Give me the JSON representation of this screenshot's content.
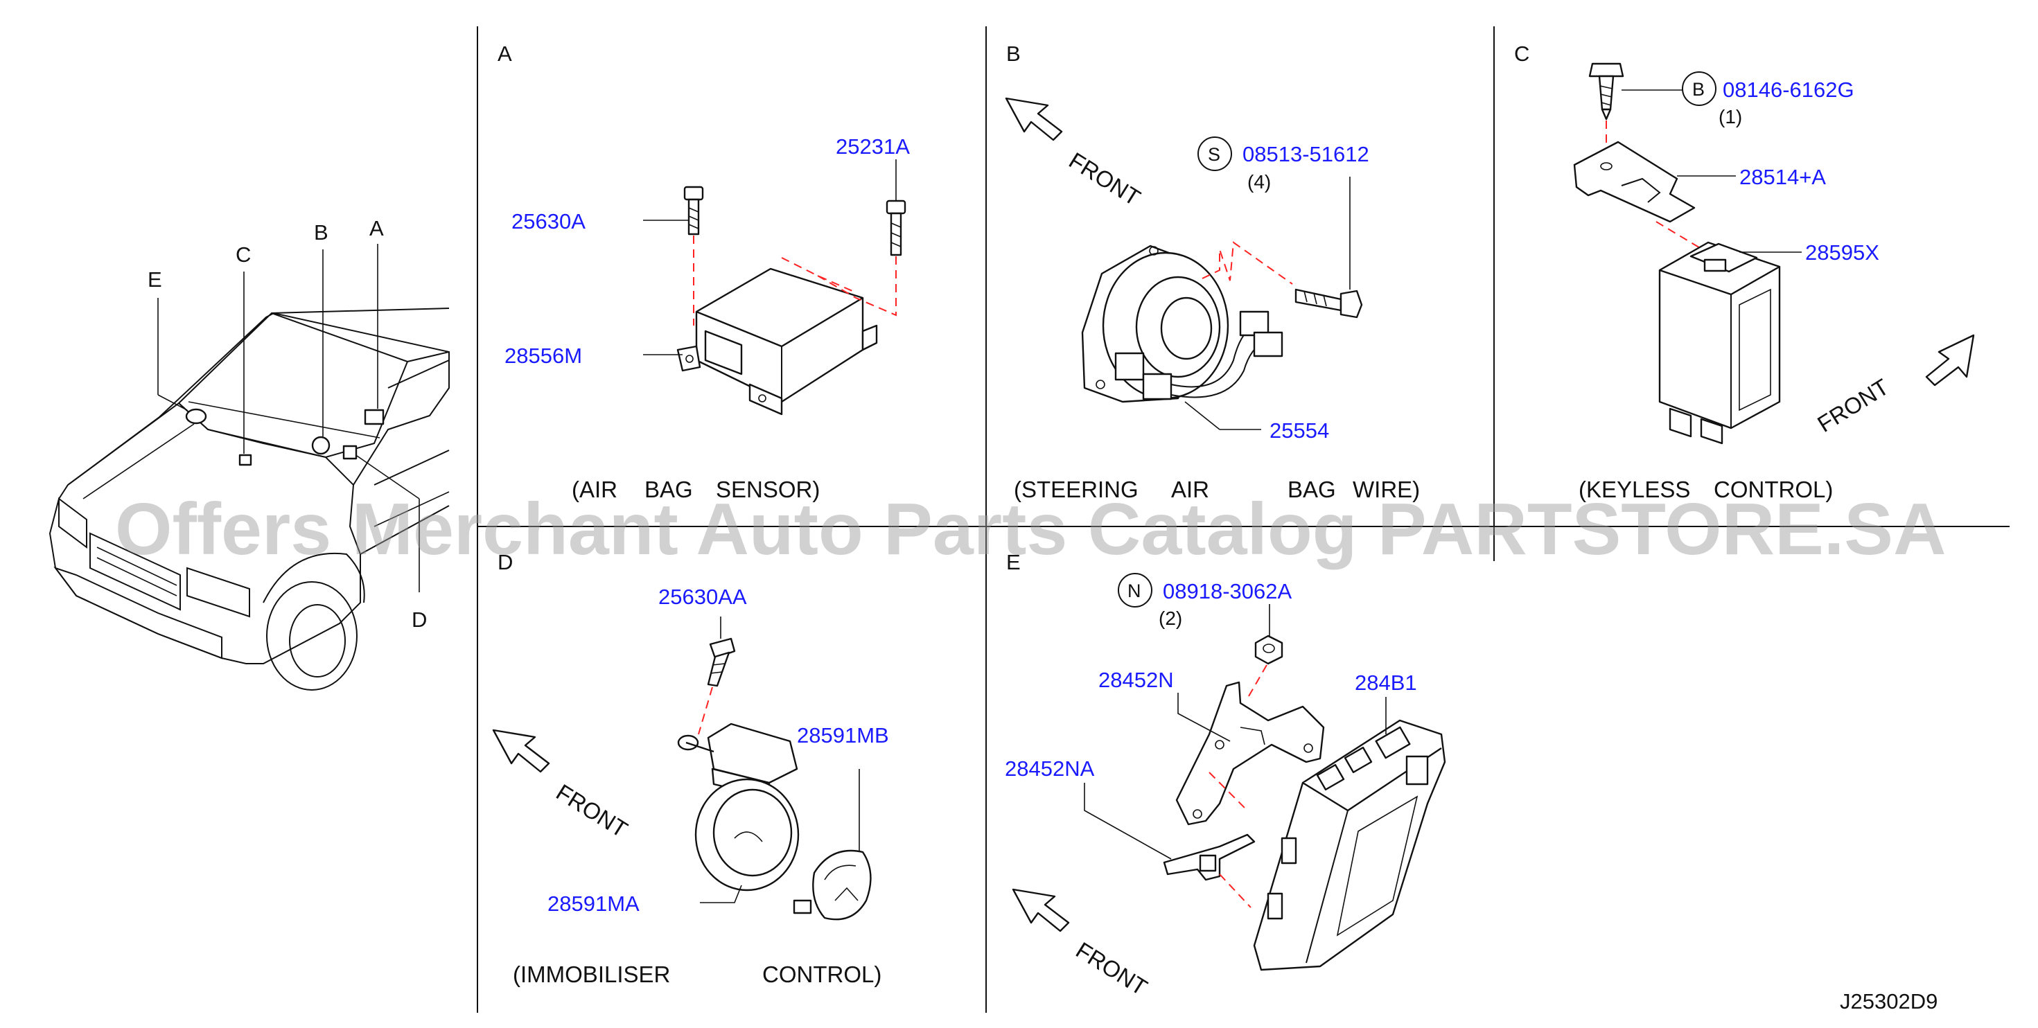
{
  "sections": {
    "A": {
      "letter": "A",
      "caption": [
        "(AIR",
        "BAG",
        "SENSOR)"
      ],
      "labels": {
        "bolt_left": "25630A",
        "bolt_right": "25231A",
        "sensor": "28556M"
      }
    },
    "B": {
      "letter": "B",
      "caption": [
        "(STEERING",
        "AIR",
        "BAG",
        "WIRE)"
      ],
      "symbol": "S",
      "fastener": "08513-51612",
      "fastener_qty": "(4)",
      "front": "FRONT",
      "labels": {
        "wire": "25554"
      }
    },
    "C": {
      "letter": "C",
      "caption": [
        "(KEYLESS",
        "CONTROL)"
      ],
      "symbol": "B",
      "fastener": "08146-6162G",
      "fastener_qty": "(1)",
      "front": "FRONT",
      "labels": {
        "bracket": "28514+A",
        "unit": "28595X"
      }
    },
    "D": {
      "letter": "D",
      "caption": [
        "(IMMOBILISER",
        "CONTROL)"
      ],
      "front": "FRONT",
      "labels": {
        "bolt": "25630AA",
        "ring_small": "28591MB",
        "ring_large": "28591MA"
      }
    },
    "E": {
      "letter": "E",
      "symbol": "N",
      "fastener": "08918-3062A",
      "fastener_qty": "(2)",
      "front": "FRONT",
      "labels": {
        "bracket_upper": "28452N",
        "bracket_lower": "28452NA",
        "module": "284B1"
      }
    }
  },
  "vehicle_callouts": {
    "A": "A",
    "B": "B",
    "C": "C",
    "D": "D",
    "E": "E"
  },
  "diagram_ref": "J25302D9",
  "watermark": "Offers Merchant Auto Parts Catalog PARTSTORE.SA",
  "colors": {
    "part_number": "#1a1aff",
    "leader_dash": "#ff2222",
    "line": "#111111"
  }
}
